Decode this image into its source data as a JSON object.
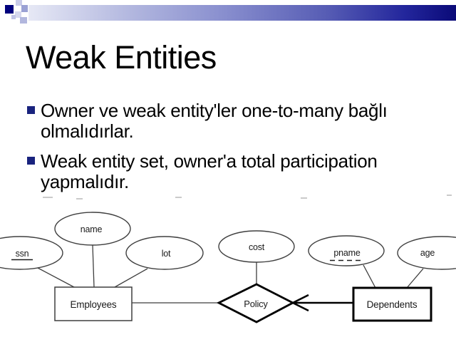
{
  "slide": {
    "title": "Weak Entities",
    "bullets": [
      {
        "line1": "Owner ve weak entity'ler one-to-many bağlı",
        "line2": "olmalıdırlar."
      },
      {
        "line1": "Weak entity set, owner'a total participation",
        "line2": "yapmalıdır."
      }
    ]
  },
  "colors": {
    "bullet_marker": "#19237e",
    "accent_square": "#00017d",
    "header_bar_start": "#e6e8f5",
    "header_bar_end": "#0a0a78",
    "diagram_line": "#3f3f3f",
    "diagram_bold": "#000000"
  },
  "diagram": {
    "attributes": [
      {
        "label": "ssn",
        "key": "primary"
      },
      {
        "label": "name"
      },
      {
        "label": "lot"
      },
      {
        "label": "cost"
      },
      {
        "label": "pname",
        "key": "partial"
      },
      {
        "label": "age"
      }
    ],
    "entities": [
      {
        "label": "Employees",
        "type": "strong"
      },
      {
        "label": "Dependents",
        "type": "weak"
      }
    ],
    "relationships": [
      {
        "label": "Policy",
        "type": "identifying"
      }
    ]
  }
}
